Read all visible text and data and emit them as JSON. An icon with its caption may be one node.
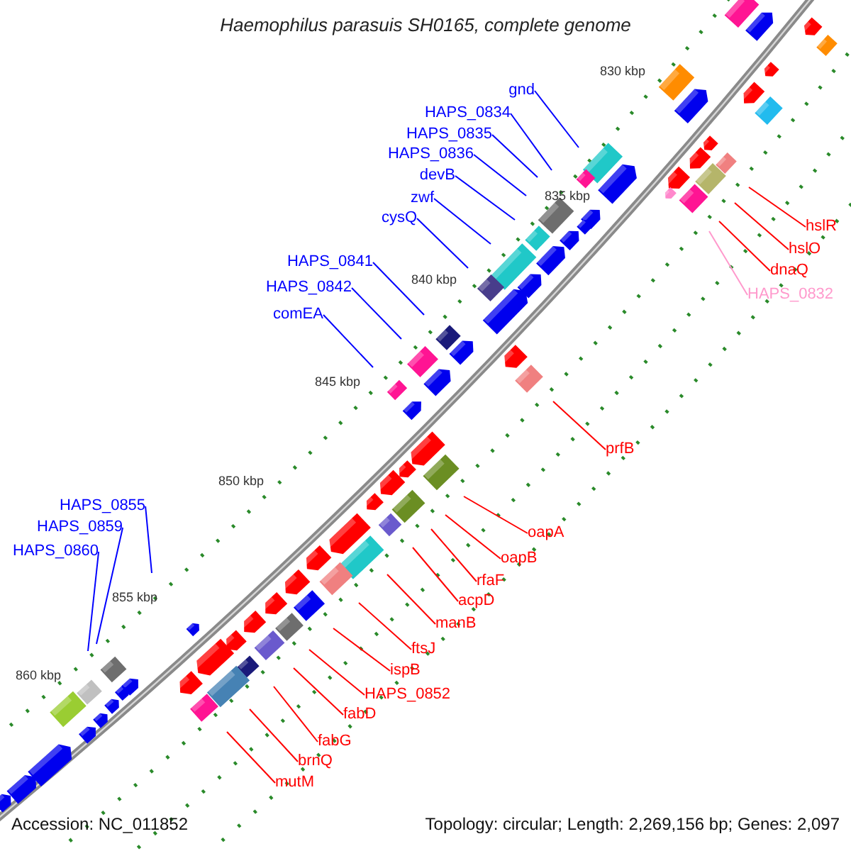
{
  "diagram": {
    "title": "Haemophilus parasuis SH0165, complete genome",
    "nodes": [
      {
        "text": [
          "gnd"
        ]
      },
      {
        "text": [
          "HAPS_0834"
        ]
      },
      {
        "text": [
          "HAPS_0835"
        ]
      },
      {
        "text": [
          "HAPS_0836"
        ]
      },
      {
        "text": [
          "devB"
        ]
      },
      {
        "text": [
          "zwf"
        ]
      },
      {
        "text": [
          "cysQ"
        ]
      },
      {
        "text": [
          "HAPS_0841"
        ]
      },
      {
        "text": [
          "HAPS_0842"
        ]
      },
      {
        "text": [
          "comEA"
        ]
      },
      {
        "text": [
          "hslR"
        ]
      },
      {
        "text": [
          "hslO"
        ]
      },
      {
        "text": [
          "dnaQ"
        ]
      },
      {
        "text": [
          "HAPS_0832"
        ]
      },
      {
        "text": [
          "prfB"
        ]
      },
      {
        "text": [
          "oapA"
        ]
      },
      {
        "text": [
          "oapB"
        ]
      },
      {
        "text": [
          "rfaF"
        ]
      },
      {
        "text": [
          "acpD"
        ]
      },
      {
        "text": [
          "manB"
        ]
      },
      {
        "text": [
          "ftsJ"
        ]
      },
      {
        "text": [
          "ispB"
        ]
      },
      {
        "text": [
          "HAPS_0852"
        ]
      },
      {
        "text": [
          "fabD"
        ]
      },
      {
        "text": [
          "fabG"
        ]
      },
      {
        "text": [
          "brnQ"
        ]
      },
      {
        "text": [
          "mutM"
        ]
      },
      {
        "text": [
          "HAPS_0855"
        ]
      },
      {
        "text": [
          "HAPS_0859"
        ]
      },
      {
        "text": [
          "HAPS_0860"
        ]
      }
    ],
    "edges": [
      {
        "from": 0,
        "to": null,
        "arrow": "none",
        "color": "#0000ff"
      },
      {
        "from": 1,
        "to": null,
        "arrow": "none",
        "color": "#0000ff"
      },
      {
        "from": 2,
        "to": null,
        "arrow": "none",
        "color": "#0000ff"
      },
      {
        "from": 3,
        "to": null,
        "arrow": "none",
        "color": "#0000ff"
      },
      {
        "from": 4,
        "to": null,
        "arrow": "none",
        "color": "#0000ff"
      },
      {
        "from": 5,
        "to": null,
        "arrow": "none",
        "color": "#0000ff"
      },
      {
        "from": 6,
        "to": null,
        "arrow": "none",
        "color": "#0000ff"
      },
      {
        "from": 7,
        "to": null,
        "arrow": "none",
        "color": "#0000ff"
      },
      {
        "from": 8,
        "to": null,
        "arrow": "none",
        "color": "#0000ff"
      },
      {
        "from": 9,
        "to": null,
        "arrow": "none",
        "color": "#0000ff"
      },
      {
        "from": 10,
        "to": null,
        "arrow": "none"
      },
      {
        "from": 11,
        "to": null,
        "arrow": "none"
      },
      {
        "from": 12,
        "to": null,
        "arrow": "none"
      },
      {
        "from": 13,
        "to": null,
        "arrow": "none",
        "color": "#ff99cc"
      },
      {
        "from": 14,
        "to": null,
        "arrow": "none"
      },
      {
        "from": 15,
        "to": null,
        "arrow": "none"
      },
      {
        "from": 16,
        "to": null,
        "arrow": "none"
      },
      {
        "from": 17,
        "to": null,
        "arrow": "none"
      },
      {
        "from": 18,
        "to": null,
        "arrow": "none"
      },
      {
        "from": 19,
        "to": null,
        "arrow": "none"
      },
      {
        "from": 20,
        "to": null,
        "arrow": "none"
      },
      {
        "from": 21,
        "to": null,
        "arrow": "none"
      },
      {
        "from": 22,
        "to": null,
        "arrow": "none"
      },
      {
        "from": 23,
        "to": null,
        "arrow": "none"
      },
      {
        "from": 24,
        "to": null,
        "arrow": "none"
      },
      {
        "from": 25,
        "to": null,
        "arrow": "none"
      },
      {
        "from": 26,
        "to": null,
        "arrow": "none"
      },
      {
        "from": 27,
        "to": null,
        "arrow": "none",
        "color": "#0000ff"
      },
      {
        "from": 28,
        "to": null,
        "arrow": "none",
        "color": "#0000ff"
      },
      {
        "from": 29,
        "to": null,
        "arrow": "none",
        "color": "#0000ff"
      }
    ],
    "labels": [
      "830 kbp",
      "835 kbp",
      "840 kbp",
      "845 kbp",
      "850 kbp",
      "855 kbp",
      "860 kbp",
      "Accession: NC_011852",
      "Topology: circular; Length: 2,269,156 bp; Genes: 2,097"
    ]
  }
}
